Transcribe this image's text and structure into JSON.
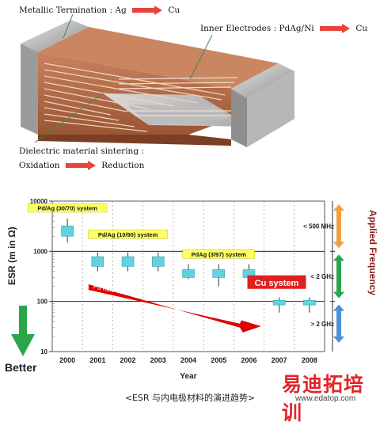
{
  "chip_labels": {
    "termination": "Metallic Termination : Ag",
    "termination_to": "Cu",
    "electrodes": "Inner Electrodes : PdAg/Ni",
    "electrodes_to": "Cu",
    "dielectric_line1": "Dielectric material sintering :",
    "dielectric_from": "Oxidation",
    "dielectric_to": "Reduction"
  },
  "colors": {
    "ceramic": "#b66a44",
    "ceramic_dark": "#8c4a2c",
    "electrode": "#e8c7b2",
    "termination": "#bfbfbf",
    "arrow": "#e8463b",
    "box": "#5fd4de",
    "legend_bg": "#ffff66",
    "cu_badge": "#e01f1f",
    "trend_arrow": "#e00000",
    "green_arrow": "#2aa64a",
    "orange_arrow": "#f0a040",
    "blue_arrow": "#4a90d9"
  },
  "chart_data": {
    "type": "box",
    "xlabel": "Year",
    "ylabel": "ESR (m in Ω)",
    "yscale": "log",
    "ylim": [
      10,
      10000
    ],
    "y_ticks": [
      "10",
      "100",
      "1000",
      "10000"
    ],
    "reference_lines": [
      1000,
      100
    ],
    "categories": [
      "2000",
      "2001",
      "2002",
      "2003",
      "2004",
      "2005",
      "2006",
      "2007",
      "2008"
    ],
    "boxes": [
      {
        "year": "2000",
        "low": 1500,
        "q1": 2000,
        "q3": 3200,
        "high": 4500
      },
      {
        "year": "2001",
        "low": 400,
        "q1": 500,
        "q3": 780,
        "high": 950
      },
      {
        "year": "2002",
        "low": 400,
        "q1": 500,
        "q3": 780,
        "high": 950
      },
      {
        "year": "2003",
        "low": 400,
        "q1": 500,
        "q3": 780,
        "high": 950
      },
      {
        "year": "2004",
        "low": 280,
        "q1": 300,
        "q3": 430,
        "high": 550
      },
      {
        "year": "2005",
        "low": 200,
        "q1": 300,
        "q3": 430,
        "high": 550
      },
      {
        "year": "2006",
        "low": 200,
        "q1": 300,
        "q3": 430,
        "high": 550
      },
      {
        "year": "2007",
        "low": 60,
        "q1": 85,
        "q3": 105,
        "high": 120
      },
      {
        "year": "2008",
        "low": 60,
        "q1": 85,
        "q3": 105,
        "high": 120
      }
    ],
    "system_labels": [
      {
        "text": "Pd/Ag (30/70) system",
        "year": "2000"
      },
      {
        "text": "Pd/Ag (10/90) system",
        "year": "2002"
      },
      {
        "text": "PdAg (3/97) system",
        "year": "2005"
      }
    ],
    "trend_label": "Pd ratio reduction",
    "cu_label": "Cu system",
    "frequency_labels": [
      "< 500 MHz",
      "< 2 GHz",
      "> 2 GHz"
    ],
    "frequency_axis_label": "Applied Frequency",
    "better_label": "Better"
  },
  "caption": "<ESR 与内电极材料的演进趋势>",
  "watermark": "易迪拓培训",
  "watermark_url": "www.edatop.com"
}
